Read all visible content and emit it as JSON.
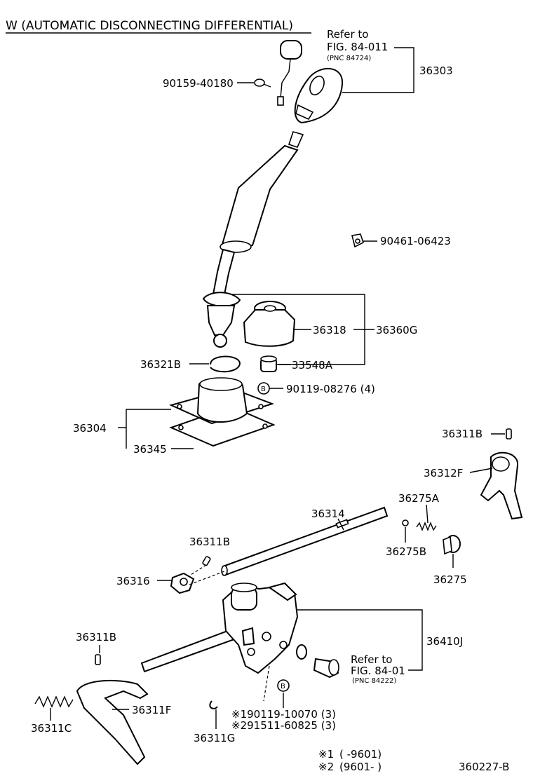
{
  "title": "W (AUTOMATIC DISCONNECTING DIFFERENTIAL)",
  "ref_top": {
    "line1": "Refer to",
    "line2": "FIG. 84-011",
    "line3": "(PNC 84724)"
  },
  "ref_bottom": {
    "line1": "Refer to",
    "line2": "FIG. 84-01",
    "line3": "(PNC 84222)"
  },
  "labels": {
    "p36303": "36303",
    "p90159": "90159-40180",
    "p90461": "90461-06423",
    "p36318": "36318",
    "p36360G": "36360G",
    "p36321B": "36321B",
    "p33548A": "33548A",
    "p90119": "90119-08276 (4)",
    "p36304": "36304",
    "p36345": "36345",
    "p36311B_top": "36311B",
    "p36312F": "36312F",
    "p36314": "36314",
    "p36275A": "36275A",
    "p36311B_mid": "36311B",
    "p36275B": "36275B",
    "p36316": "36316",
    "p36275": "36275",
    "p36410J": "36410J",
    "p36311B_low": "36311B",
    "p36311F": "36311F",
    "p36311C": "36311C",
    "p36311G": "36311G",
    "p190119": "※190119-10070 (3)",
    "p291511": "※291511-60825 (3)",
    "b_marker_1": "B",
    "b_marker_2": "B"
  },
  "legend": {
    "row1_mark": "※1",
    "row1_range": "(      -9601)",
    "row2_mark": "※2",
    "row2_range": "(9601-       )"
  },
  "figure_id": "360227-B"
}
